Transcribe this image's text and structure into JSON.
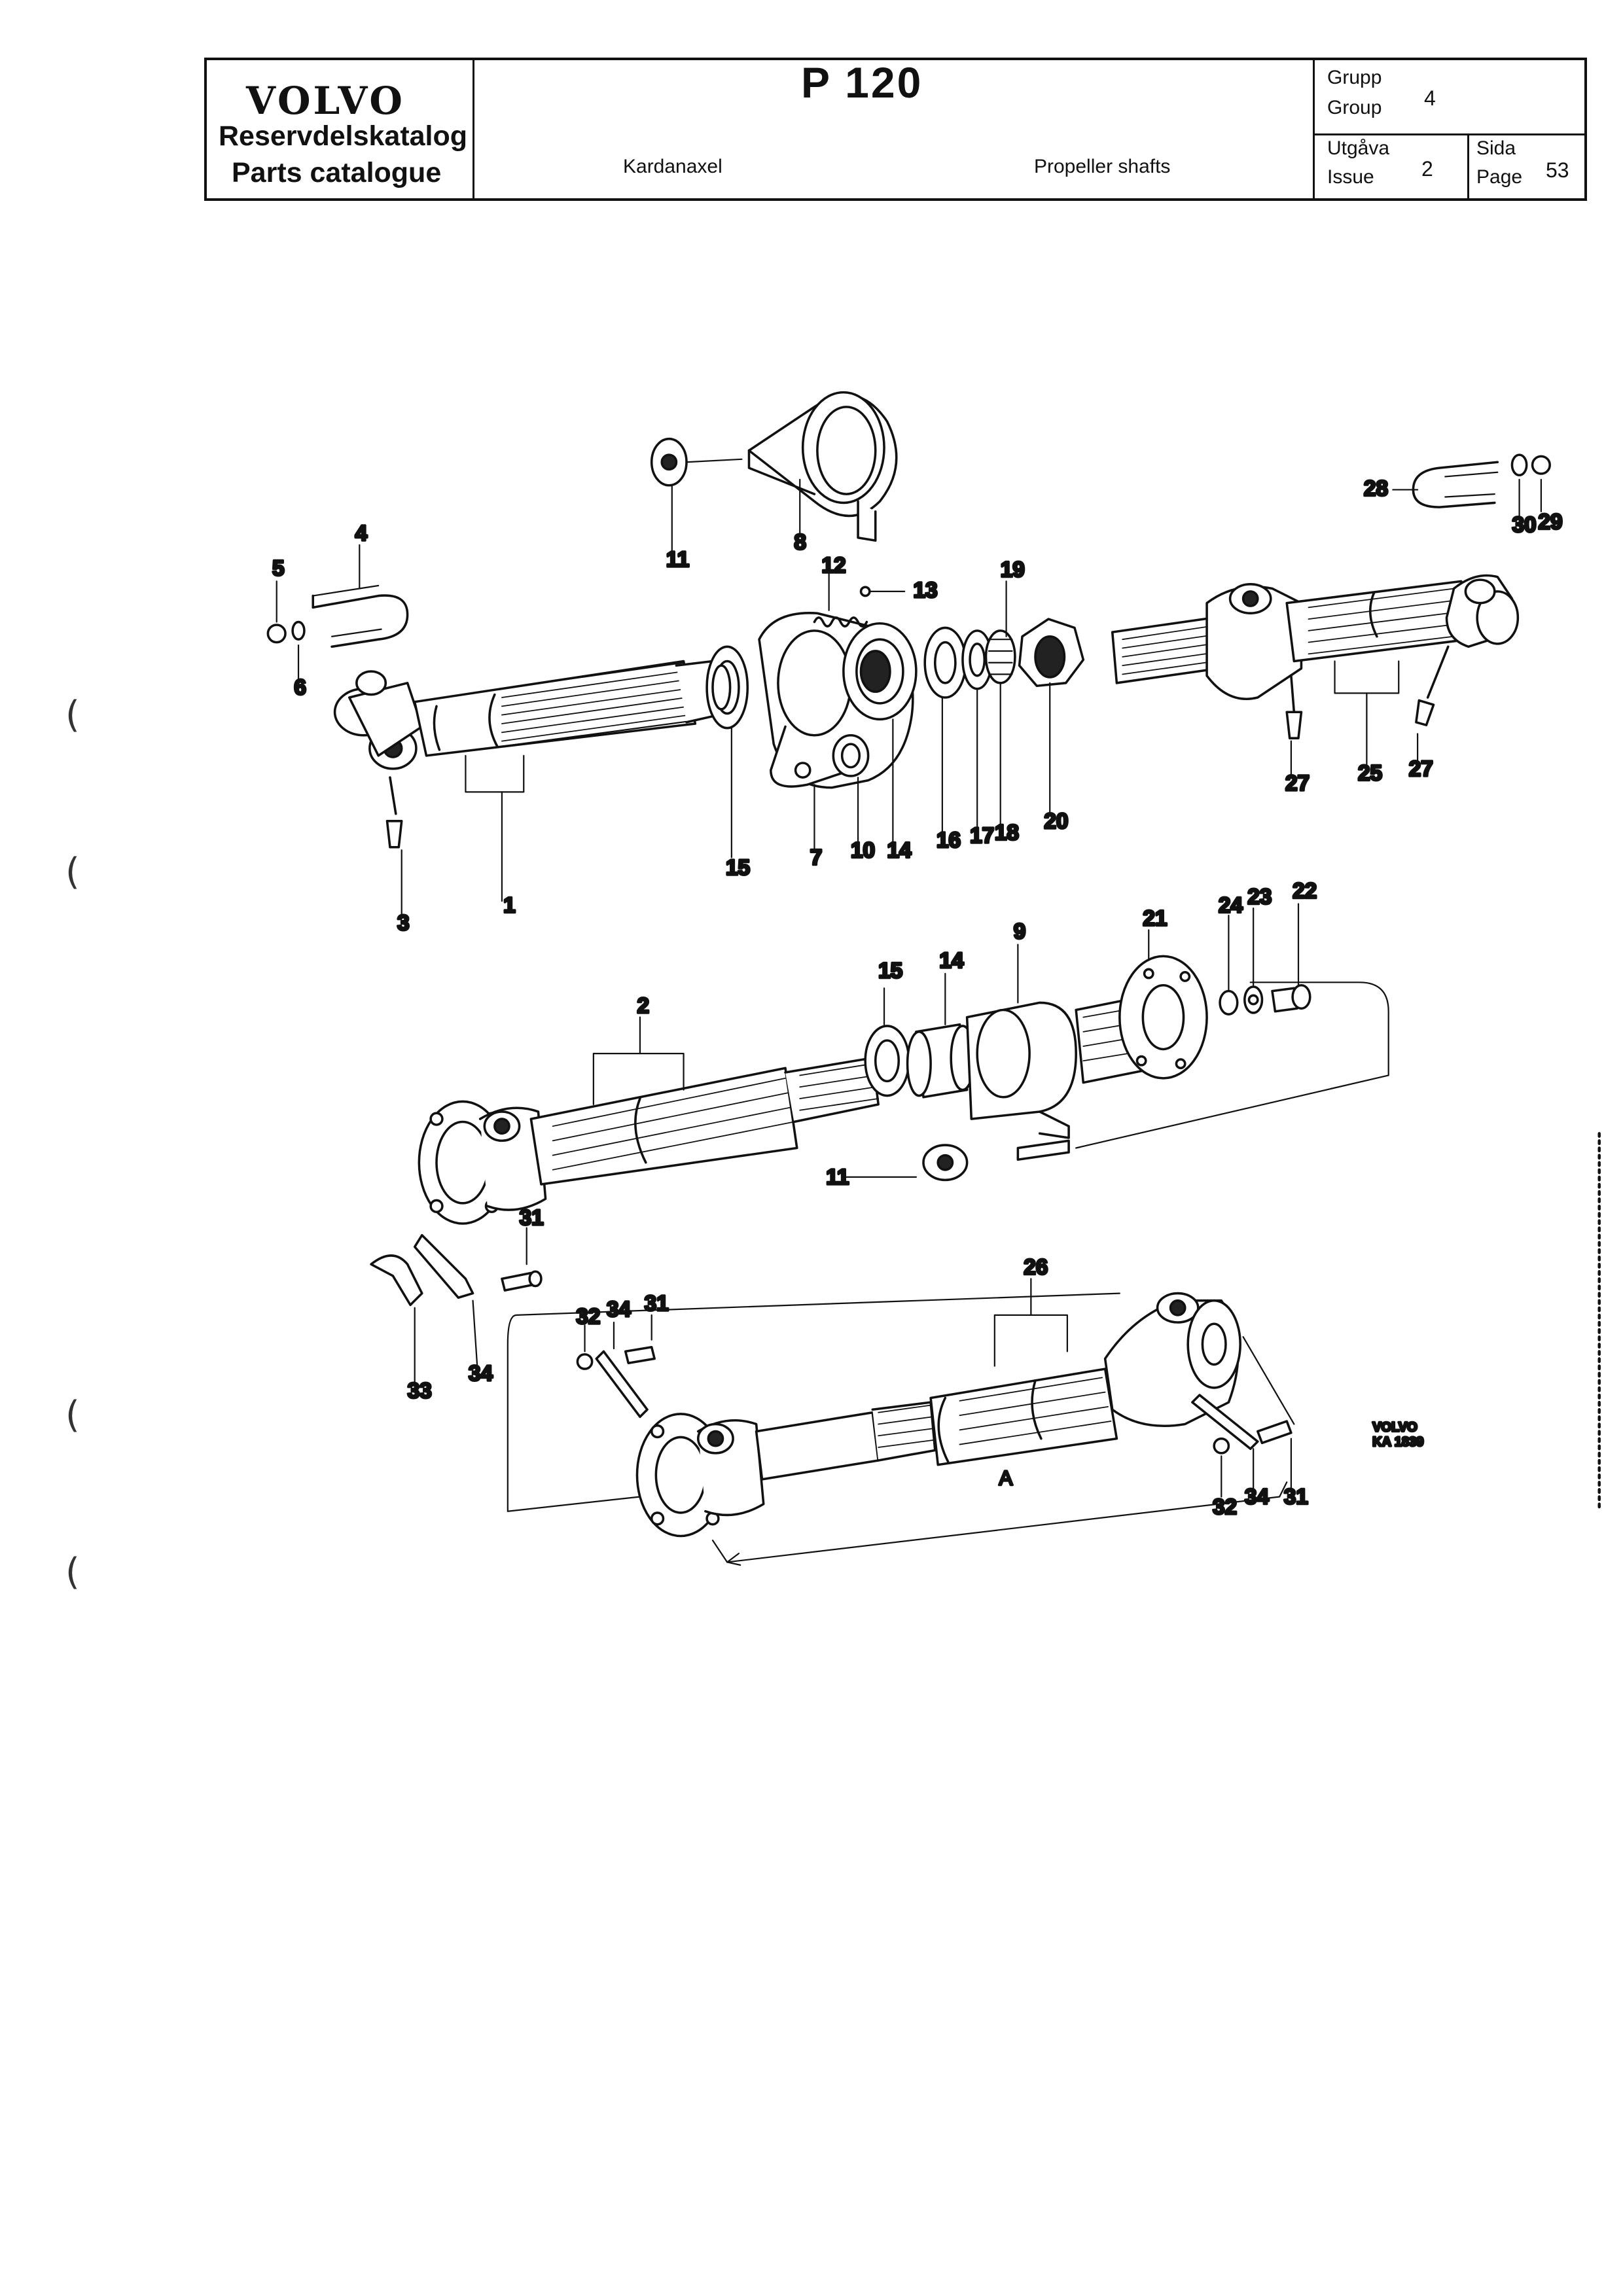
{
  "header": {
    "brand": "VOLVO",
    "catalog_sv": "Reservdelskatalog",
    "catalog_en": "Parts catalogue",
    "model": "P 120",
    "section_sv": "Kardanaxel",
    "section_en": "Propeller shafts",
    "group_label_sv": "Grupp",
    "group_label_en": "Group",
    "group_value": "4",
    "issue_label_sv": "Utgåva",
    "issue_label_en": "Issue",
    "issue_value": "2",
    "page_label_sv": "Sida",
    "page_label_en": "Page",
    "page_value": "53"
  },
  "drawing": {
    "stamp_brand": "VOLVO",
    "stamp_code": "KA 1839",
    "dimension_label": "A",
    "callouts": [
      "1",
      "2",
      "3",
      "4",
      "5",
      "6",
      "7",
      "8",
      "9",
      "10",
      "11",
      "11",
      "12",
      "13",
      "14",
      "14",
      "15",
      "15",
      "16",
      "17",
      "18",
      "19",
      "20",
      "21",
      "22",
      "23",
      "24",
      "25",
      "26",
      "27",
      "27",
      "28",
      "29",
      "30",
      "31",
      "31",
      "31",
      "32",
      "32",
      "33",
      "34",
      "34",
      "34"
    ]
  }
}
